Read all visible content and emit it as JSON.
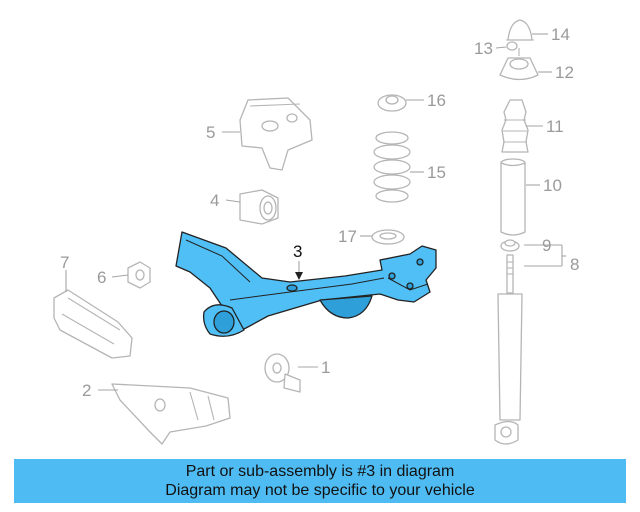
{
  "colors": {
    "highlight": "#4fbff5",
    "highlight_shade": "#2e9fd8",
    "banner": "#4ebcf3",
    "part_outline": "#b5b5b5",
    "label_gray": "#9a9a9a"
  },
  "highlighted_part": "3",
  "callouts": [
    "1",
    "2",
    "3",
    "4",
    "5",
    "6",
    "7",
    "8",
    "9",
    "10",
    "11",
    "12",
    "13",
    "14",
    "15",
    "16",
    "17"
  ],
  "banner": {
    "line1": "Part or sub-assembly is #3 in diagram",
    "line2": "Diagram may not be specific to your vehicle"
  }
}
